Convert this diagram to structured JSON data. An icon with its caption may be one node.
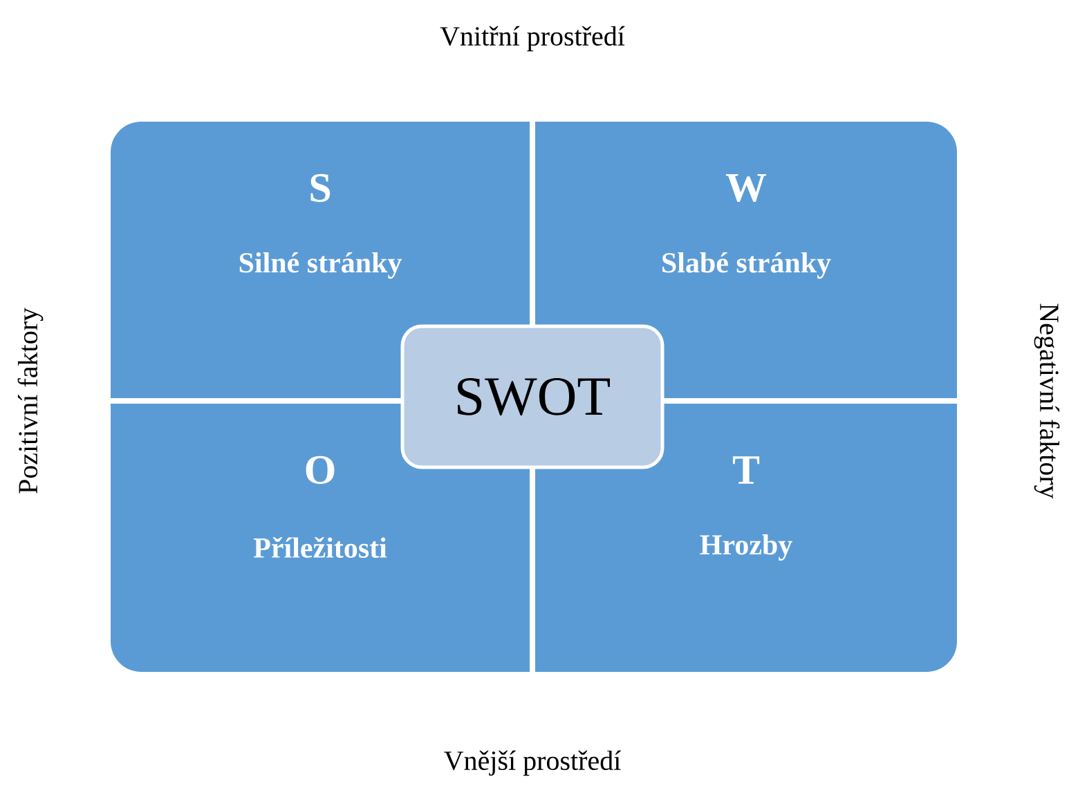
{
  "diagram": {
    "nodes": [
      {
        "text": [
          "S",
          "Silné stránky"
        ]
      },
      {
        "text": [
          "W",
          "Slabé stránky"
        ]
      },
      {
        "text": [
          "O",
          "Příležitosti"
        ]
      },
      {
        "text": [
          "T",
          "Hrozby"
        ]
      },
      {
        "text": [
          "SWOT"
        ]
      }
    ],
    "labels": [
      "Vnitřní prostředí",
      "Pozitivní faktory",
      "Negativní faktory",
      "Vnější prostředí"
    ]
  }
}
